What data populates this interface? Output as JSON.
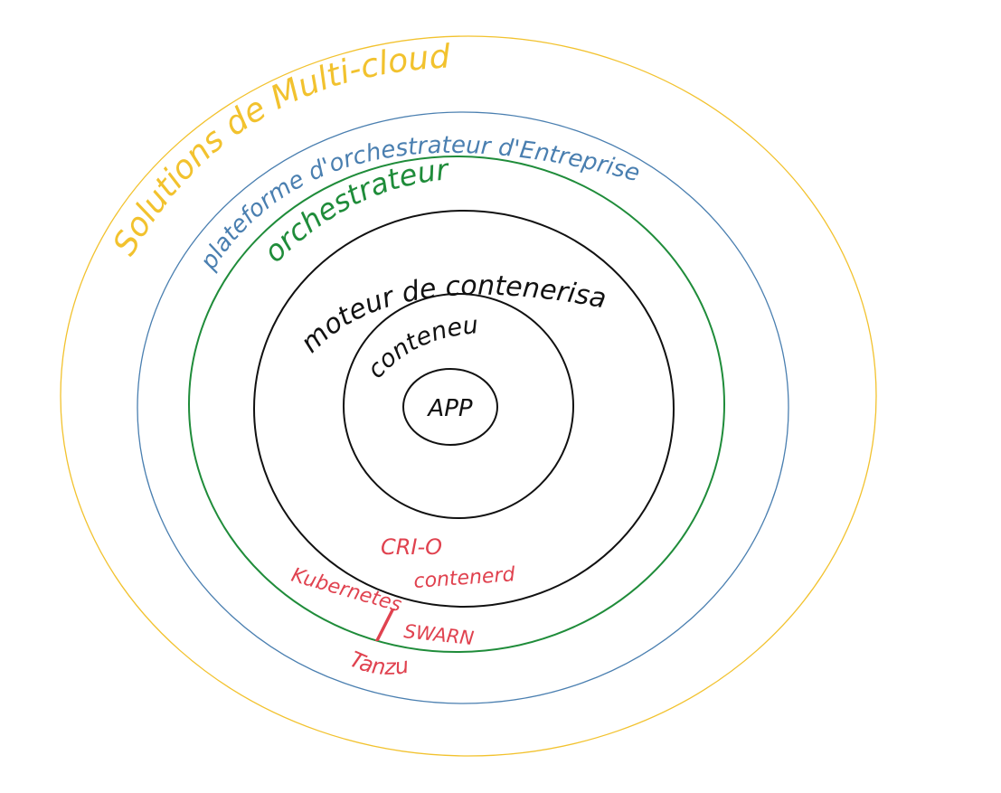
{
  "colors": {
    "background": "#ffffff",
    "multicloud": "#f2c22e",
    "platform": "#4a7fb0",
    "orchestrator": "#1f8c3a",
    "engine": "#111111",
    "container": "#111111",
    "app": "#111111",
    "examples": "#e0424f"
  },
  "layers": {
    "multicloud": "Solutions de Multi-cloud",
    "platform": "plateforme d'orchestrateur d'Entreprise",
    "orchestrator": "orchestrateur",
    "engine": "moteur de contenerisation",
    "container": "conteneur",
    "app": "APP"
  },
  "examples": {
    "crio": "CRI-O",
    "containerd": "contenerd",
    "kubernetes": "Kubernetes",
    "separator": "/",
    "swarm": "SWARN",
    "tanzu": "Tanzu"
  }
}
